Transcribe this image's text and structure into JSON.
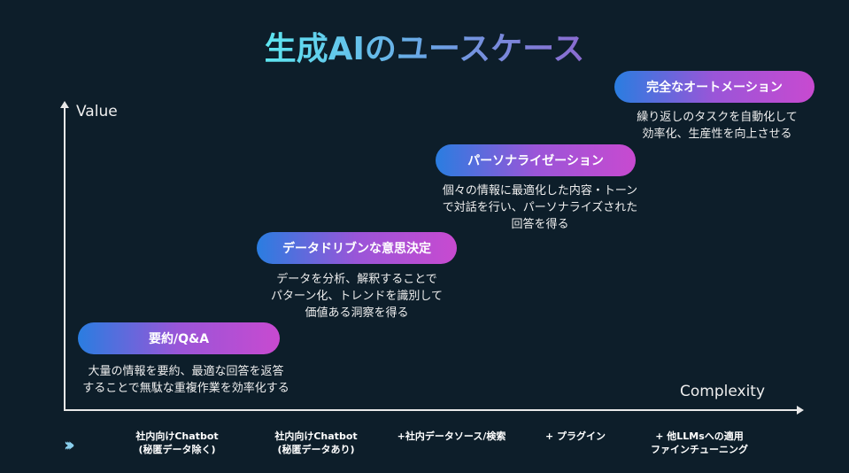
{
  "title": "生成AIのユースケース",
  "axes": {
    "y": "Value",
    "x": "Complexity"
  },
  "stages": [
    {
      "label": "要約/Q&A",
      "desc": [
        "大量の情報を要約、最適な回答を返答",
        "することで無駄な重複作業を効率化する"
      ]
    },
    {
      "label": "データドリブンな意思決定",
      "desc": [
        "データを分析、解釈することで",
        "パターン化、トレンドを識別して",
        "価値ある洞察を得る"
      ]
    },
    {
      "label": "パーソナライゼーション",
      "desc": [
        "個々の情報に最適化した内容・トーン",
        "で対話を行い、パーソナライズされた",
        "回答を得る"
      ]
    },
    {
      "label": "完全なオートメーション",
      "desc": [
        "繰り返しのタスクを自動化して",
        "効率化、生産性を向上させる"
      ]
    }
  ],
  "footer": [
    [
      "社内向けChatbot",
      "(秘匿データ除く)"
    ],
    [
      "社内向けChatbot",
      "(秘匿データあり)"
    ],
    [
      "+社内データソース/検索"
    ],
    [
      "+ プラグイン"
    ],
    [
      "+ 他LLMsへの適用",
      "ファインチューニング"
    ]
  ]
}
